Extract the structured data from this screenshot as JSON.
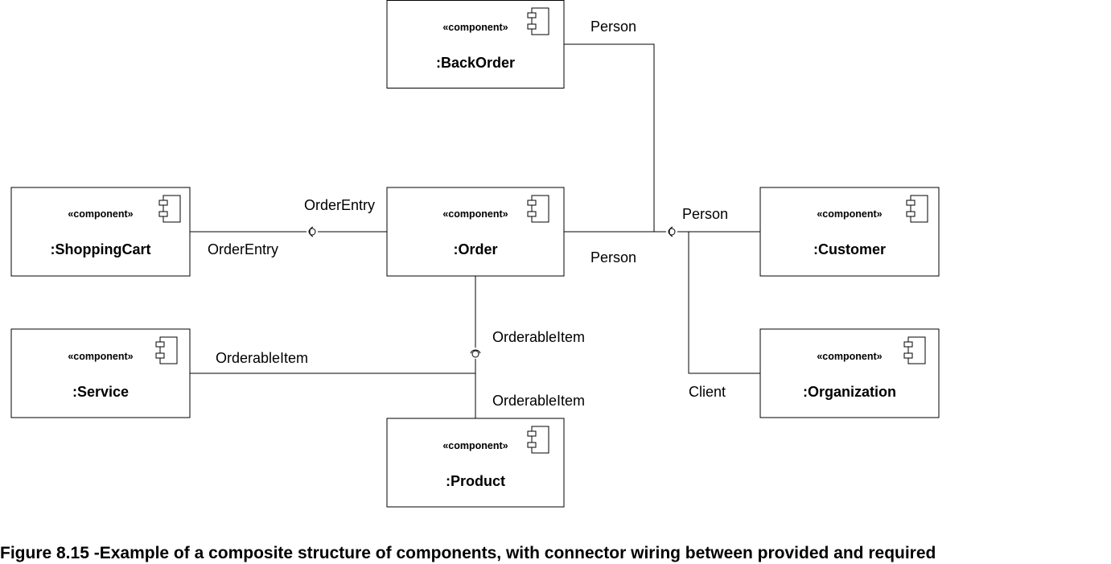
{
  "stereotype": "«component»",
  "components": {
    "backorder": ":BackOrder",
    "shoppingcart": ":ShoppingCart",
    "order": ":Order",
    "customer": ":Customer",
    "service": ":Service",
    "organization": ":Organization",
    "product": ":Product"
  },
  "labels": {
    "person_backorder": "Person",
    "orderentry_order": "OrderEntry",
    "orderentry_cart": "OrderEntry",
    "person_customer": "Person",
    "person_order": "Person",
    "orderableitem_order": "OrderableItem",
    "orderableitem_service": "OrderableItem",
    "orderableitem_product": "OrderableItem",
    "client": "Client"
  },
  "caption": "Figure 8.15 -Example of a composite structure of components, with connector wiring between provided and required"
}
